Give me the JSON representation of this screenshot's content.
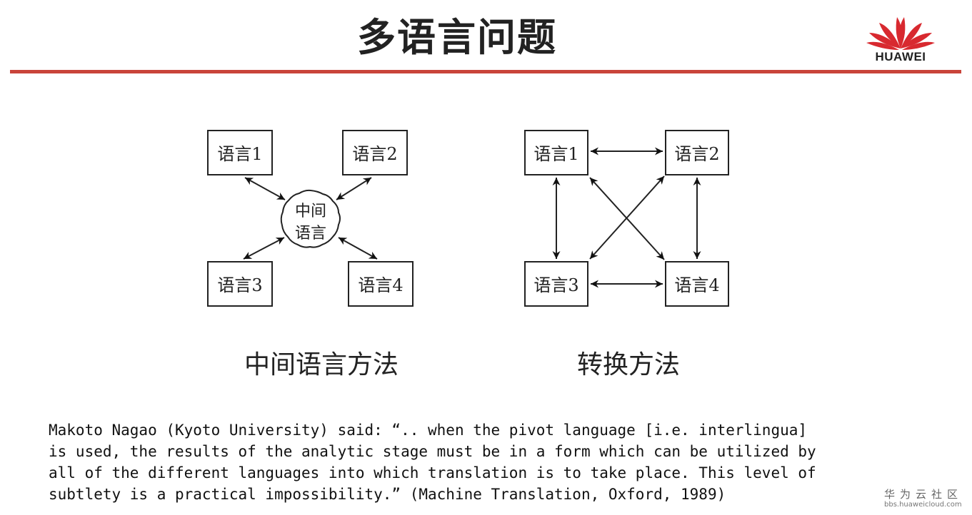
{
  "slide": {
    "title": "多语言问题",
    "brand": "HUAWEI",
    "accent_color": "#c9443a",
    "logo_color": "#d8292f"
  },
  "diagram_left": {
    "boxes": [
      "语言1",
      "语言2",
      "语言3",
      "语言4"
    ],
    "center_line1": "中间",
    "center_line2": "语言",
    "caption": "中间语言方法"
  },
  "diagram_right": {
    "boxes": [
      "语言1",
      "语言2",
      "语言3",
      "语言4"
    ],
    "caption": "转换方法"
  },
  "quote": {
    "lines": [
      "Makoto Nagao (Kyoto University) said: “.. when the pivot language [i.e. interlingua]",
      "is used, the results of the analytic stage must be in a form which can be utilized by",
      "all of the different languages into which translation is to take place. This level of",
      "subtlety is a practical impossibility.” (Machine Translation, Oxford, 1989)"
    ]
  },
  "watermark": {
    "site_name": "华为云社区",
    "url": "bbs.huaweicloud.com"
  }
}
